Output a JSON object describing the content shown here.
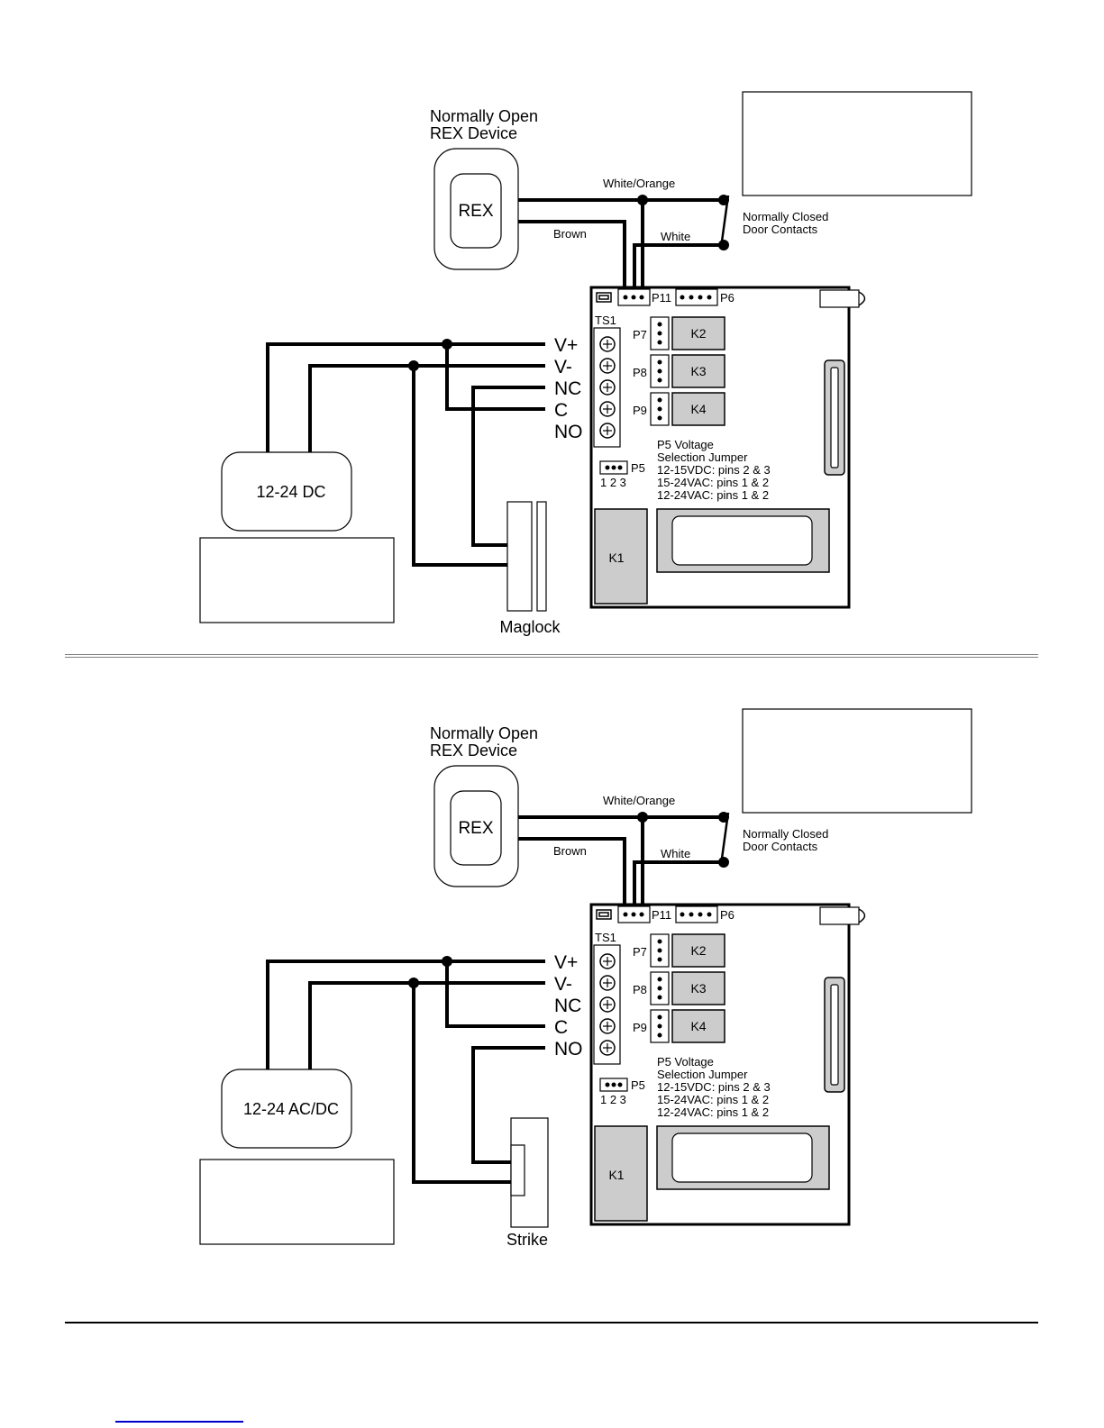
{
  "diagrams": [
    {
      "id": "maglock",
      "rex_title_line1": "Normally Open",
      "rex_title_line2": "REX Device",
      "rex_label": "REX",
      "wire_white_orange": "White/Orange",
      "wire_brown": "Brown",
      "wire_white": "White",
      "door_contacts_line1": "Normally Closed",
      "door_contacts_line2": "Door Contacts",
      "power_supply_label": "12-24 DC",
      "lock_label": "Maglock",
      "terminals": [
        "V+",
        "V-",
        "NC",
        "C",
        "NO"
      ],
      "board": {
        "ts1": "TS1",
        "p11": "P11",
        "p6": "P6",
        "p7": "P7",
        "p8": "P8",
        "p9": "P9",
        "k1": "K1",
        "k2": "K2",
        "k3": "K3",
        "k4": "K4",
        "p5": "P5",
        "p5_pins": "1 2 3",
        "jumper_notes": [
          "P5 Voltage",
          "Selection Jumper",
          "12-15VDC: pins 2 & 3",
          "15-24VAC: pins 1 & 2",
          "12-24VAC: pins 1 & 2"
        ]
      }
    },
    {
      "id": "strike",
      "rex_title_line1": "Normally Open",
      "rex_title_line2": "REX Device",
      "rex_label": "REX",
      "wire_white_orange": "White/Orange",
      "wire_brown": "Brown",
      "wire_white": "White",
      "door_contacts_line1": "Normally Closed",
      "door_contacts_line2": "Door Contacts",
      "power_supply_label": "12-24 AC/DC",
      "lock_label": "Strike",
      "terminals": [
        "V+",
        "V-",
        "NC",
        "C",
        "NO"
      ],
      "board": {
        "ts1": "TS1",
        "p11": "P11",
        "p6": "P6",
        "p7": "P7",
        "p8": "P8",
        "p9": "P9",
        "k1": "K1",
        "k2": "K2",
        "k3": "K3",
        "k4": "K4",
        "p5": "P5",
        "p5_pins": "1 2 3",
        "jumper_notes": [
          "P5 Voltage",
          "Selection Jumper",
          "12-15VDC: pins 2 & 3",
          "15-24VAC: pins 1 & 2",
          "12-24VAC: pins 1 & 2"
        ]
      }
    }
  ]
}
